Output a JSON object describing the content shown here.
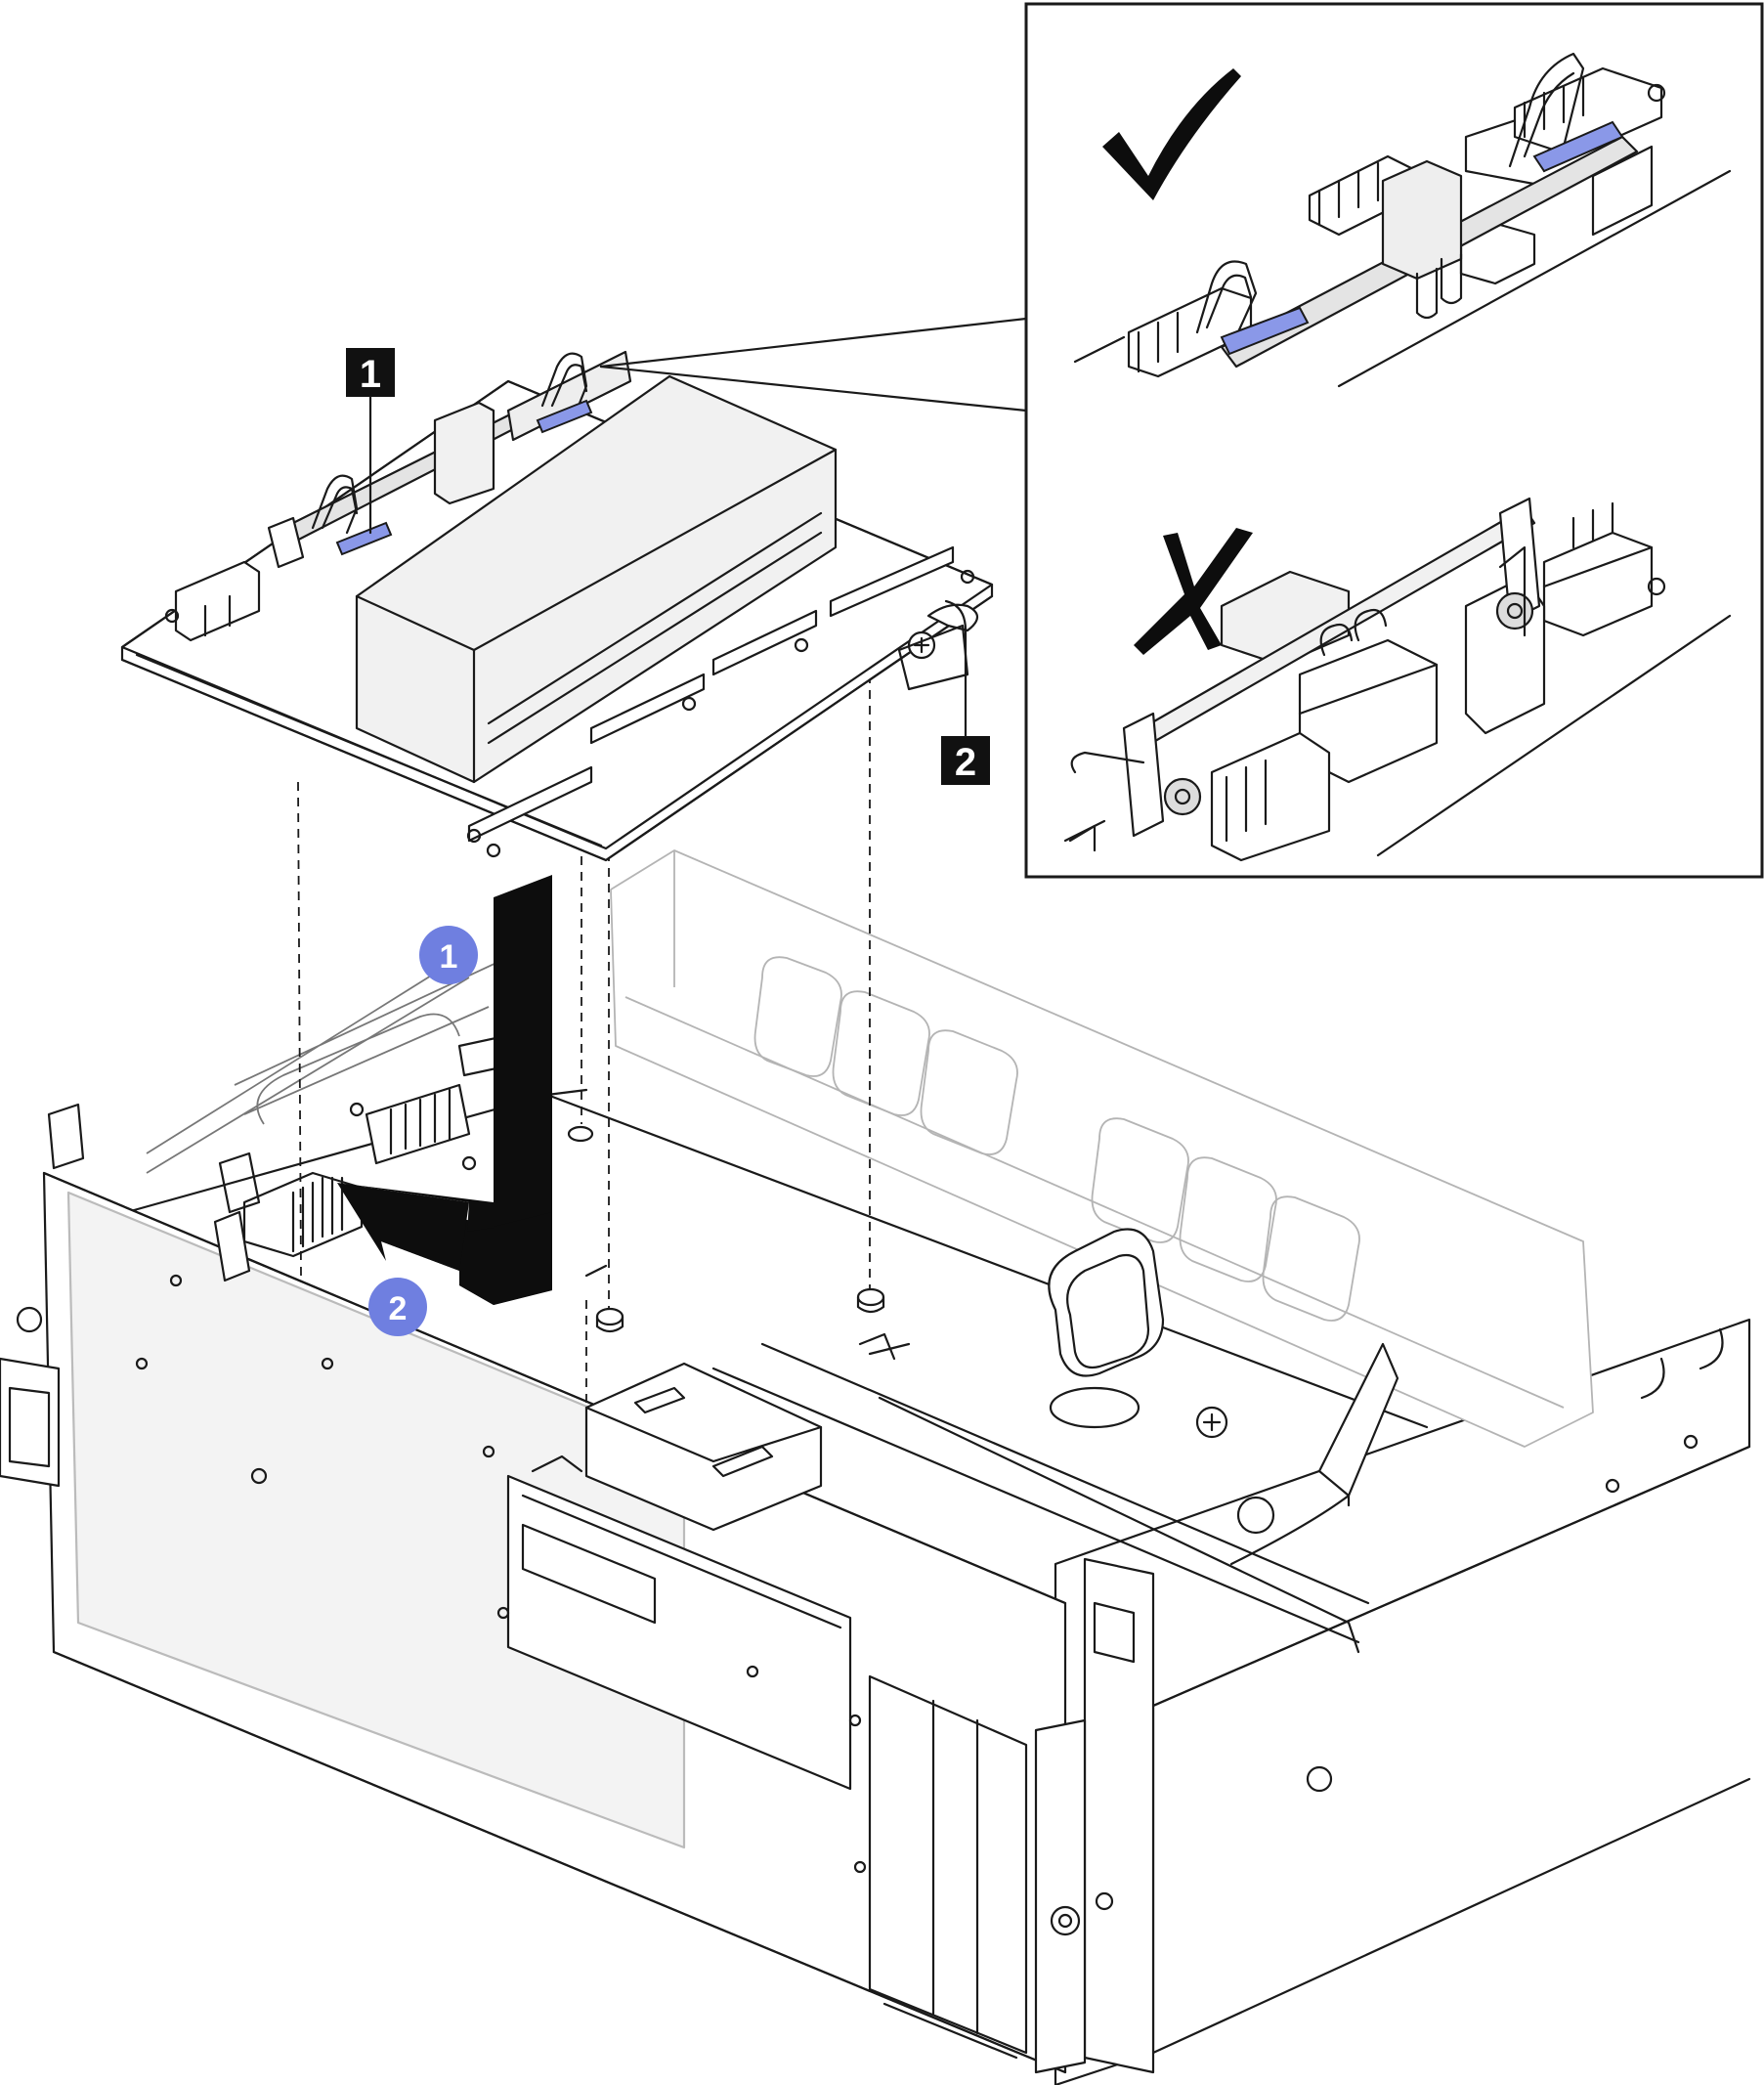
{
  "callouts": [
    {
      "label": "1"
    },
    {
      "label": "2"
    }
  ],
  "steps": [
    {
      "label": "1"
    },
    {
      "label": "2"
    }
  ],
  "inset_marks": {
    "correct": "check-mark-icon",
    "incorrect": "cross-mark-icon"
  },
  "colors": {
    "touch_point_blue": "#8a98e8",
    "step_circle": "#6f7fe0",
    "callout_box": "#111111"
  }
}
